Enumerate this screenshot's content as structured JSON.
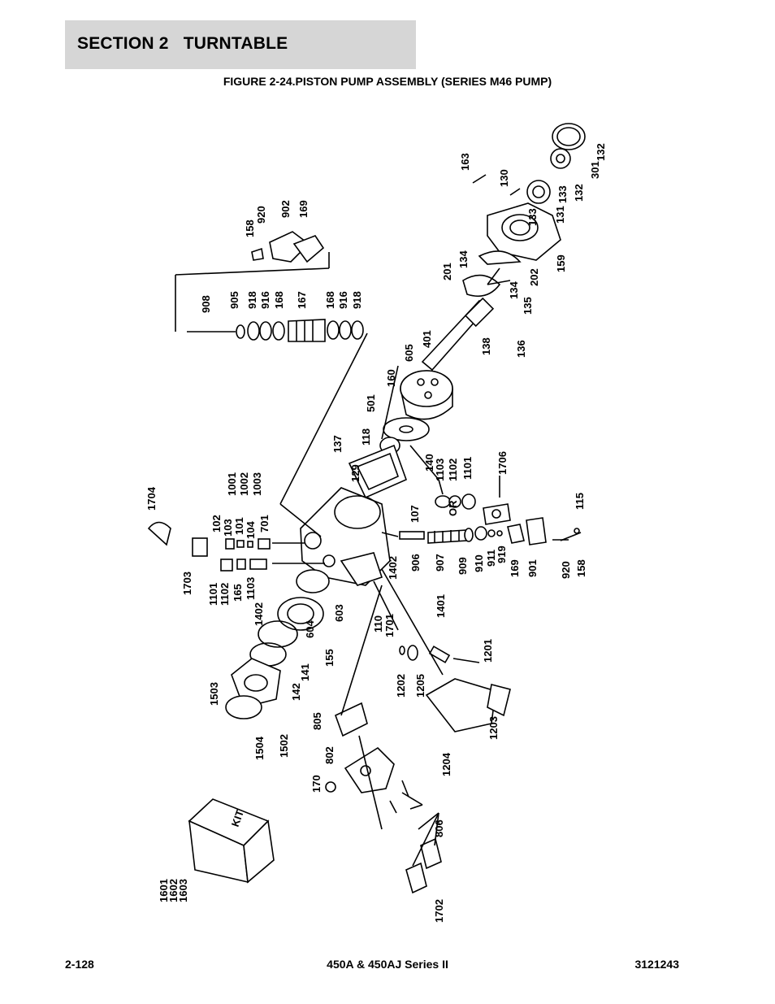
{
  "header": {
    "section": "SECTION 2   TURNTABLE",
    "figure_title": "FIGURE 2-24.PISTON PUMP ASSEMBLY (SERIES M46 PUMP)"
  },
  "callouts": {
    "c163": "163",
    "c130": "130",
    "c133a": "133",
    "c131": "131",
    "c133b": "133",
    "c132a": "132",
    "c301": "301",
    "c132b": "132",
    "c159": "159",
    "c134a": "134",
    "c201": "201",
    "c202": "202",
    "c134b": "134",
    "c135": "135",
    "c136": "136",
    "c138": "138",
    "c401": "401",
    "c605": "605",
    "c160": "160",
    "c501": "501",
    "c118": "118",
    "c140": "140",
    "c1103a": "1103",
    "c1102a": "1102",
    "c1101a": "1101",
    "c1706": "1706",
    "c137": "137",
    "c129": "129",
    "c107": "107",
    "or": "OR",
    "c115": "115",
    "c1402a": "1402",
    "c906": "906",
    "c907": "907",
    "c909": "909",
    "c910": "910",
    "c911": "911",
    "c919": "919",
    "c169a": "169",
    "c901a": "901",
    "c920a": "920",
    "c158a": "158",
    "c1401": "1401",
    "c110": "110",
    "c1701": "1701",
    "c1201": "1201",
    "c1202": "1202",
    "c1205": "1205",
    "c1203": "1203",
    "c1204": "1204",
    "c805": "805",
    "c802": "802",
    "c170": "170",
    "c806": "806",
    "c1702": "1702",
    "c1601": "1601",
    "c1602": "1602",
    "c1603": "1603",
    "kit": "KIT",
    "c1503": "1503",
    "c1504": "1504",
    "c1502": "1502",
    "c142": "142",
    "c141": "141",
    "c155": "155",
    "c604": "604",
    "c603": "603",
    "c1402b": "1402",
    "c1103b": "1103",
    "c165": "165",
    "c1102b": "1102",
    "c1101b": "1101",
    "c1703": "1703",
    "c1704": "1704",
    "c102": "102",
    "c103": "103",
    "c101": "101",
    "c104": "104",
    "c701": "701",
    "c1001": "1001",
    "c1002": "1002",
    "c1003": "1003",
    "c908": "908",
    "c905": "905",
    "c918a": "918",
    "c916a": "916",
    "c168a": "168",
    "c167": "167",
    "c168b": "168",
    "c916b": "916",
    "c918b": "918",
    "c158b": "158",
    "c920b": "920",
    "c902": "902",
    "c169b": "169"
  },
  "footer": {
    "page": "2-128",
    "model": "450A & 450AJ Series II",
    "doc_number": "3121243"
  }
}
